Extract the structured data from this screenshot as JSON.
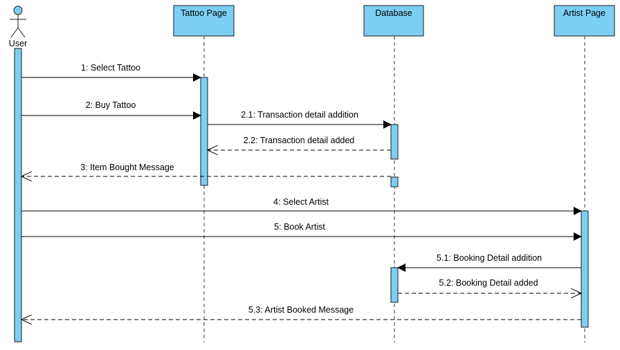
{
  "actor": {
    "label": "User"
  },
  "lifelines": [
    {
      "id": "tattoo",
      "label": "Tattoo Page"
    },
    {
      "id": "db",
      "label": "Database"
    },
    {
      "id": "artist",
      "label": "Artist Page"
    }
  ],
  "messages": [
    {
      "id": "m1",
      "label": "1: Select Tattoo"
    },
    {
      "id": "m2",
      "label": "2: Buy Tattoo"
    },
    {
      "id": "m21",
      "label": "2.1: Transaction detail addition"
    },
    {
      "id": "m22",
      "label": "2.2: Transaction detail added"
    },
    {
      "id": "m3",
      "label": "3: Item Bought Message"
    },
    {
      "id": "m4",
      "label": "4: Select Artist"
    },
    {
      "id": "m5",
      "label": "5: Book Artist"
    },
    {
      "id": "m51",
      "label": "5.1: Booking Detail addition"
    },
    {
      "id": "m52",
      "label": "5.2: Booking Detail added"
    },
    {
      "id": "m53",
      "label": "5.3: Artist Booked Message"
    }
  ],
  "colors": {
    "fill": "#7ccff3",
    "stroke": "#1a1a1a"
  }
}
